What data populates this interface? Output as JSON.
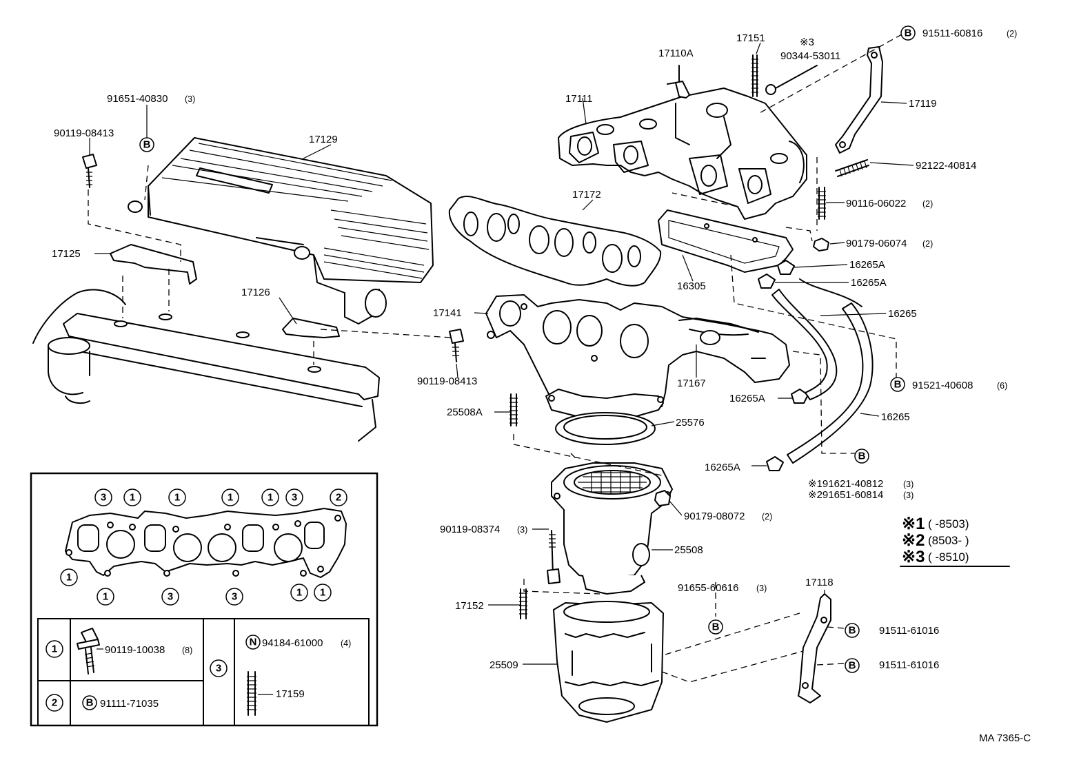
{
  "diagram_code": "MA 7365-C",
  "parts": {
    "p17151": "17151",
    "p17110A": "17110A",
    "p90344": "90344-53011",
    "star3_mark": "※3",
    "p91511_60816": "91511-60816",
    "p91511_60816_qty": "(2)",
    "p17111": "17111",
    "p17119": "17119",
    "p91651_40830": "91651-40830",
    "p91651_40830_qty": "(3)",
    "p90119_08413_a": "90119-08413",
    "p17129": "17129",
    "p92122": "92122-40814",
    "p90116": "90116-06022",
    "p90116_qty": "(2)",
    "p17172": "17172",
    "p90179_06074": "90179-06074",
    "p90179_06074_qty": "(2)",
    "p17125": "17125",
    "p16265A_1": "16265A",
    "p16305": "16305",
    "p16265A_2": "16265A",
    "p17126": "17126",
    "p17141": "17141",
    "p16265_1": "16265",
    "p90119_08413_b": "90119-08413",
    "p17167": "17167",
    "p91521": "91521-40608",
    "p91521_qty": "(6)",
    "p16265A_3": "16265A",
    "p25508A": "25508A",
    "p25576": "25576",
    "p16265_2": "16265",
    "p16265A_4": "16265A",
    "p91621": "※191621-40812",
    "p91621_qty": "(3)",
    "p91651_60814": "※291651-60814",
    "p91651_60814_qty": "(3)",
    "p90119_08374": "90119-08374",
    "p90119_08374_qty": "(3)",
    "p90179_08072": "90179-08072",
    "p90179_08072_qty": "(2)",
    "p25508": "25508",
    "p91655": "91655-60616",
    "p91655_qty": "(3)",
    "p17118": "17118",
    "p17152": "17152",
    "p91511_61016_a": "91511-61016",
    "p25509": "25509",
    "p91511_61016_b": "91511-61016"
  },
  "legend": {
    "s1_mark": "※1",
    "s1_text": "(          -8503)",
    "s2_mark": "※2",
    "s2_text": "(8503-          )",
    "s3_mark": "※3",
    "s3_text": "(          -8510)"
  },
  "inset": {
    "top_circles": [
      "3",
      "1",
      "1",
      "1",
      "1",
      "3",
      "2"
    ],
    "bottom_circles": [
      "1",
      "1",
      "3",
      "3",
      "1",
      "1"
    ],
    "row1_num": "1",
    "row1_part": "90119-10038",
    "row1_qty": "(8)",
    "row2_num": "2",
    "row2_part": "91111-71035",
    "row3_num": "3",
    "row3_part_a": "94184-61000",
    "row3_part_a_qty": "(4)",
    "row3_part_b": "17159",
    "mark_b": "B",
    "mark_n": "N"
  },
  "marks": {
    "b": "B"
  }
}
